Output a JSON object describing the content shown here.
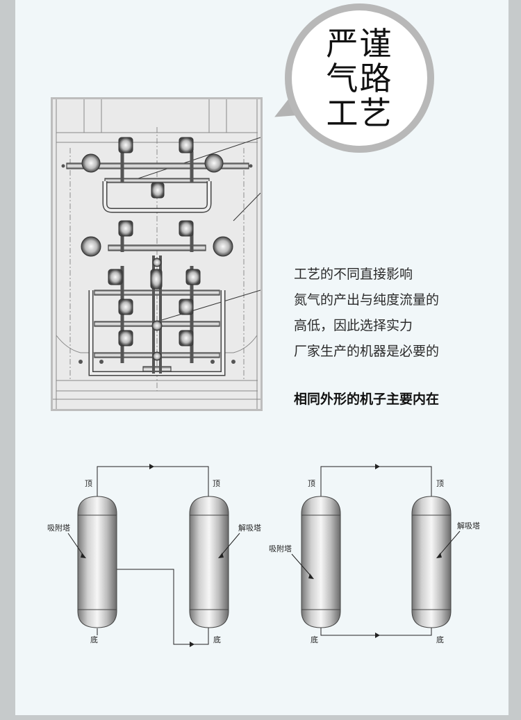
{
  "bubble": {
    "lines": [
      "严谨",
      "气路",
      "工艺"
    ]
  },
  "description": {
    "lines": [
      "工艺的不同直接影响",
      "氮气的产出与纯度流量的",
      "高低，因此选择实力",
      "厂家生产的机器是必要的"
    ],
    "emphasis": "相同外形的机子主要内在"
  },
  "diagram_left": {
    "top_left": "顶",
    "top_right": "顶",
    "tower_left": "吸附塔",
    "tower_right": "解吸塔",
    "bottom_left": "底",
    "bottom_right": "底"
  },
  "diagram_right": {
    "top_left": "顶",
    "top_right": "顶",
    "tower_left": "吸附塔",
    "tower_right": "解吸塔",
    "bottom_left": "底",
    "bottom_right": "底"
  },
  "colors": {
    "panel": "#f1f7f9",
    "frame": "#c6cacb",
    "bubble_border": "#b8b8b8"
  }
}
